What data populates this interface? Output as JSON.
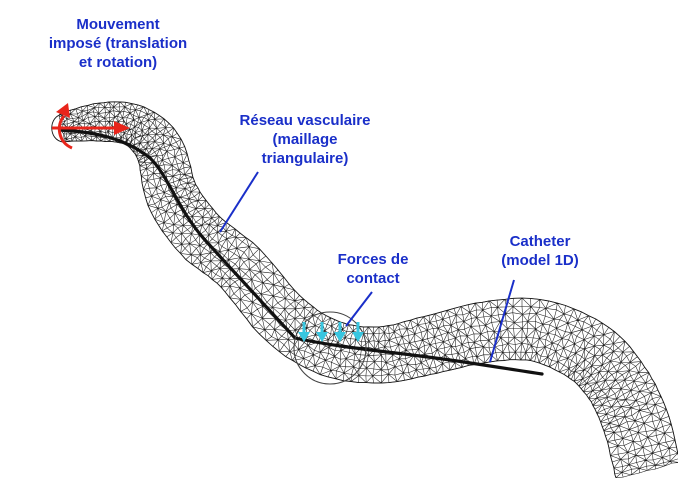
{
  "labels": {
    "movement": {
      "lines": [
        "Mouvement",
        "imposé (translation",
        "et rotation)"
      ]
    },
    "vascular": {
      "lines": [
        "Réseau vasculaire",
        "(maillage",
        "triangulaire)"
      ]
    },
    "contact": {
      "lines": [
        "Forces de",
        "contact"
      ]
    },
    "catheter": {
      "lines": [
        "Catheter",
        "(model 1D)"
      ]
    }
  },
  "colors": {
    "label": "#1a2fc9",
    "mesh": "#1a1a1a",
    "catheter": "#111111",
    "movement_arrows": "#e8251b",
    "contact_arrows": "#38c6e0",
    "background": "#ffffff"
  }
}
